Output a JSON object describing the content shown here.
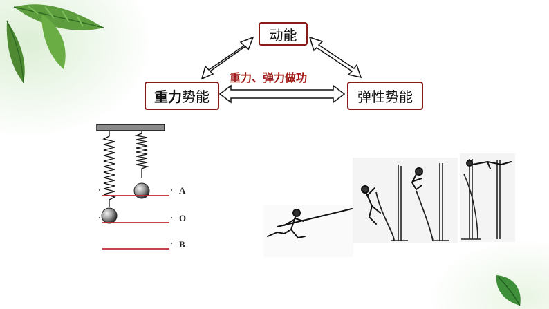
{
  "diagram": {
    "nodes": {
      "kinetic": "动能",
      "gravity_bold": "重力",
      "gravity_rest": "势能",
      "elastic": "弹性势能"
    },
    "edge_label": "重力、弹力做功"
  },
  "spring_figure": {
    "levels": [
      "A",
      "O",
      "B"
    ]
  },
  "colors": {
    "node_border": "#8b1a1a",
    "level_line": "#c0282d",
    "edge_label": "#a01818"
  },
  "icons": [
    "leaf-decoration-icon",
    "leaf-decoration-icon",
    "spring-icon",
    "pole-vaulter-figure"
  ]
}
